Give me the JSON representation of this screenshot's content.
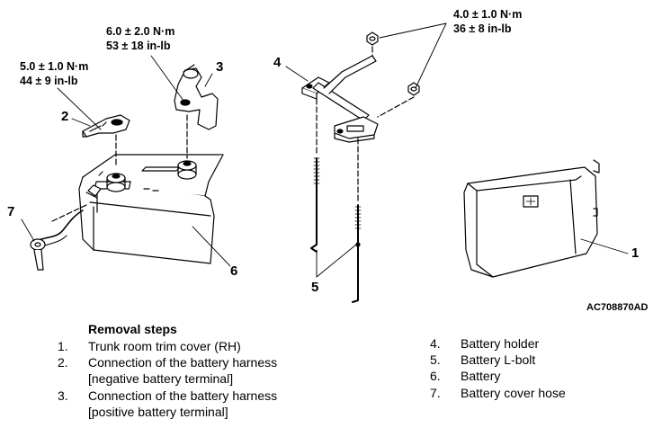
{
  "figure_code": "AC708870AD",
  "torque_specs": {
    "terminal_negative": {
      "metric": "5.0 ± 1.0 N·m",
      "imperial": "44 ± 9 in-lb"
    },
    "terminal_positive": {
      "metric": "6.0 ± 2.0 N·m",
      "imperial": "53 ± 18 in-lb"
    },
    "battery_holder": {
      "metric": "4.0 ± 1.0 N·m",
      "imperial": "36 ± 8 in-lb"
    }
  },
  "callouts": [
    "1",
    "2",
    "3",
    "4",
    "5",
    "6",
    "7"
  ],
  "removal_steps": {
    "heading": "Removal steps",
    "items": [
      {
        "num": "1.",
        "text": "Trunk room trim cover (RH)",
        "text2": ""
      },
      {
        "num": "2.",
        "text": "Connection of the battery harness",
        "text2": "[negative battery terminal]"
      },
      {
        "num": "3.",
        "text": "Connection of the battery harness",
        "text2": "[positive battery terminal]"
      },
      {
        "num": "4.",
        "text": "Battery holder",
        "text2": ""
      },
      {
        "num": "5.",
        "text": "Battery L-bolt",
        "text2": ""
      },
      {
        "num": "6.",
        "text": "Battery",
        "text2": ""
      },
      {
        "num": "7.",
        "text": "Battery cover hose",
        "text2": ""
      }
    ]
  }
}
